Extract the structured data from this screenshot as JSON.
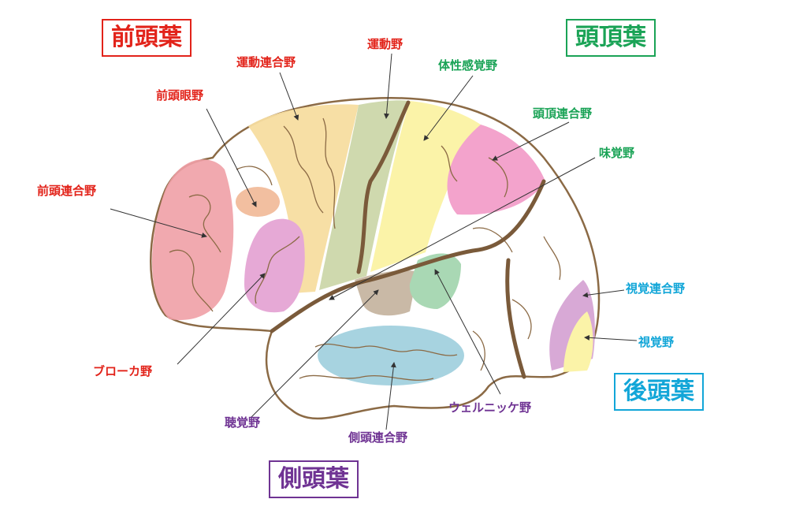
{
  "lobes": {
    "frontal": "前頭葉",
    "parietal": "頭頂葉",
    "occipital": "後頭葉",
    "temporal": "側頭葉"
  },
  "areas": {
    "frontal_association": "前頭連合野",
    "frontal_eye_field": "前頭眼野",
    "premotor": "運動連合野",
    "motor": "運動野",
    "broca": "ブローカ野",
    "somatosensory": "体性感覚野",
    "parietal_association": "頭頂連合野",
    "gustatory": "味覚野",
    "visual_association": "視覚連合野",
    "visual": "視覚野",
    "auditory": "聴覚野",
    "temporal_association": "側頭連合野",
    "wernicke": "ウェルニッケ野"
  },
  "colors": {
    "frontal": "#e2231a",
    "parietal": "#1aa356",
    "occipital": "#12a6d8",
    "temporal": "#6f3393",
    "outline": "#7a5a3a"
  }
}
